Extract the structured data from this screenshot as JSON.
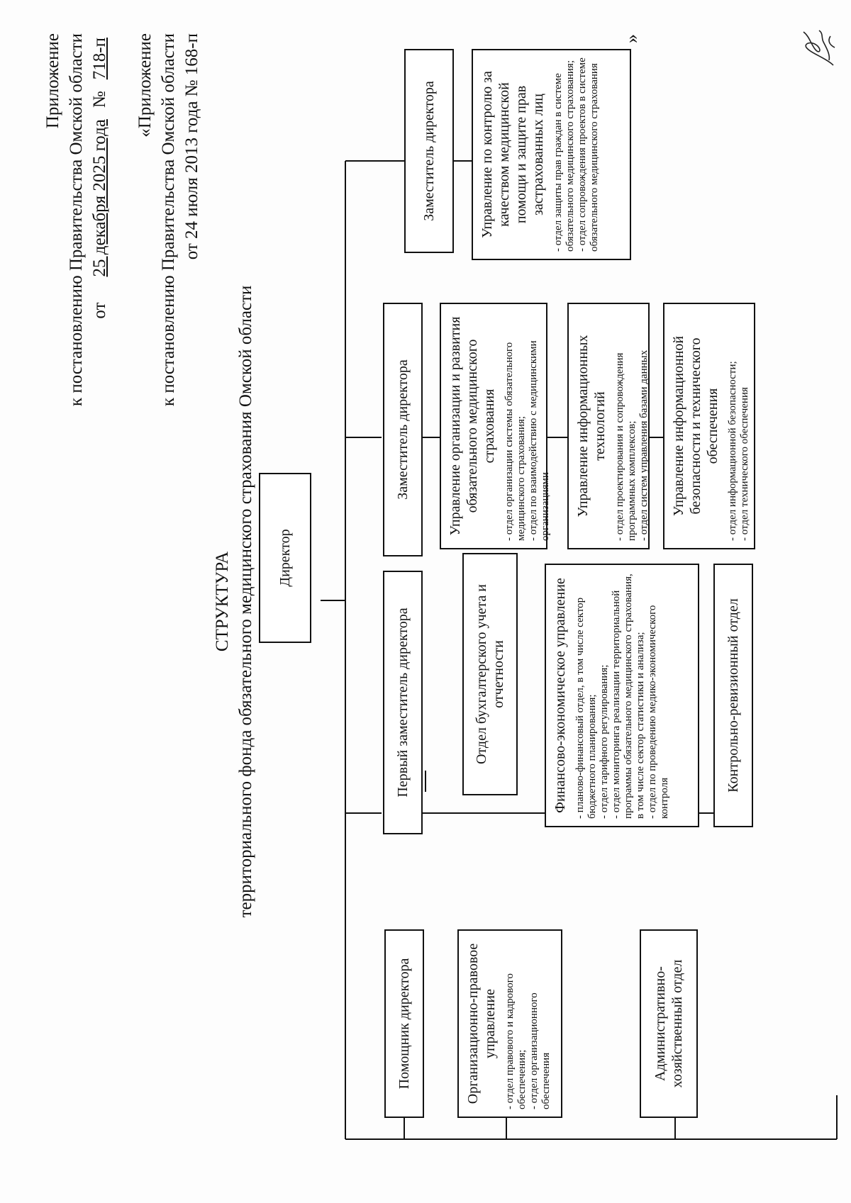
{
  "header": {
    "prilozhenie": "Приложение",
    "k_postanovleniyu": "к постановлению Правительства Омской области",
    "ot": "от",
    "date": "25 декабря 2025 года",
    "number_sign": "№",
    "number": "718-п",
    "old_prilozhenie": "«Приложение",
    "old_k_postanovleniyu": "к постановлению Правительства Омской области",
    "old_date_line": "от 24 июля 2013 года № 168-п"
  },
  "title": {
    "line1": "СТРУКТУРА",
    "line2": "территориального фонда обязательного медицинского страхования Омской области"
  },
  "closing_quote": "»",
  "boxes": {
    "director": {
      "title": "Директор"
    },
    "pomoshnik": {
      "title": "Помощник директора"
    },
    "org_pravovoe": {
      "title": "Организационно-правовое управление",
      "items": "- отдел правового и кадрового обеспечения;\n- отдел организационного обеспечения"
    },
    "admin_hoz": {
      "title": "Административно-хозяйственный отдел"
    },
    "first_deputy": {
      "title": "Первый заместитель директора"
    },
    "buh_uchet": {
      "title": "Отдел бухгалтерского учета и отчетности"
    },
    "fin_econ": {
      "title": "Финансово-экономическое управление",
      "items": "- планово-финансовый отдел, в том числе сектор бюджетного планирования;\n- отдел тарифного регулирования;\n- отдел мониторинга реализации территориальной программы обязательного медицинского страхования, в том числе сектор статистики и анализа;\n- отдел по проведению медико-экономического контроля"
    },
    "kontrol_rev": {
      "title": "Контрольно-ревизионный отдел"
    },
    "deputy2": {
      "title": "Заместитель директора"
    },
    "upr_org_razv": {
      "title": "Управление организации и развития обязательного медицинского страхования",
      "items": "- отдел организации системы обязательного медицинского страхования;\n- отдел по взаимодействию с медицинскими организациями"
    },
    "upr_it": {
      "title": "Управление информационных технологий",
      "items": "- отдел проектирования и сопровождения программных комплексов;\n- отдел систем управления базами данных"
    },
    "upr_ib": {
      "title": "Управление информационной безопасности и технического обеспечения",
      "items": "- отдел информационной безопасности;\n- отдел технического обеспечения"
    },
    "deputy3": {
      "title": "Заместитель директора"
    },
    "upr_kontrol": {
      "title": "Управление по контролю за качеством медицинской помощи и защите прав застрахованных лиц",
      "items": "- отдел защиты прав граждан в системе обязательного медицинского страхования;\n- отдел сопровождения проектов в системе обязательного медицинского страхования"
    }
  }
}
